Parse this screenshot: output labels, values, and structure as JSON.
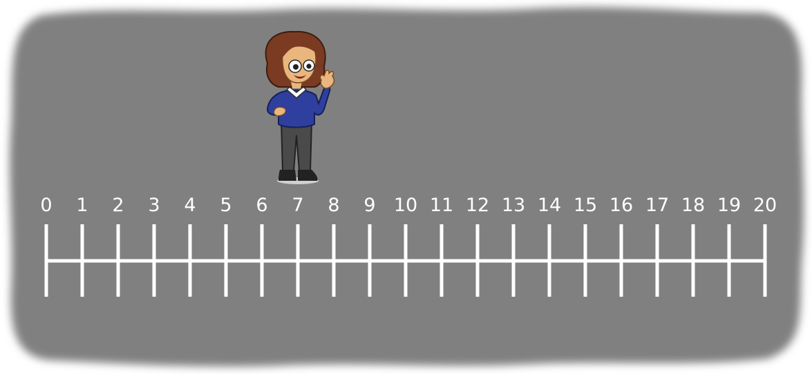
{
  "board": {
    "background_color": "#808080",
    "line_color": "#ffffff"
  },
  "number_line": {
    "min": 0,
    "max": 20,
    "step": 1,
    "labels": [
      "0",
      "1",
      "2",
      "3",
      "4",
      "5",
      "6",
      "7",
      "8",
      "9",
      "10",
      "11",
      "12",
      "13",
      "14",
      "15",
      "16",
      "17",
      "18",
      "19",
      "20"
    ]
  },
  "character": {
    "icon": "schoolgirl-waving-character",
    "position_value": 7,
    "hair_color": "#7a3b22",
    "sweater_color": "#2e3f9e",
    "skin_color": "#e9b77e",
    "trousers_color": "#4a4a4a"
  }
}
